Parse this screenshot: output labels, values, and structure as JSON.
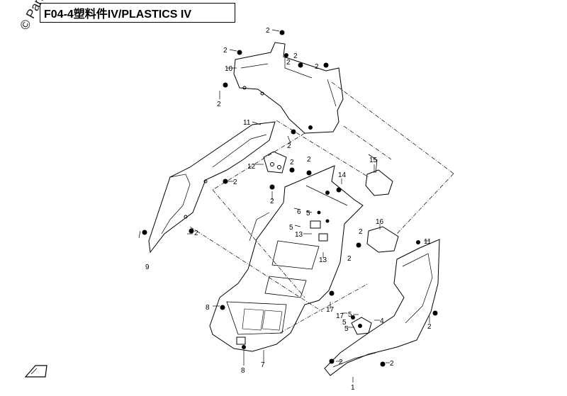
{
  "header": {
    "title": "F04-4塑料件IV/PLASTICS IV",
    "watermark": "© Partzilla"
  },
  "callouts": [
    {
      "id": "c2a",
      "label": "2"
    },
    {
      "id": "c2b",
      "label": "2"
    },
    {
      "id": "c2c",
      "label": "2"
    },
    {
      "id": "c2d",
      "label": "2"
    },
    {
      "id": "c2e",
      "label": "2"
    },
    {
      "id": "c10",
      "label": "10"
    },
    {
      "id": "c2f",
      "label": "2"
    },
    {
      "id": "c11a",
      "label": "11"
    },
    {
      "id": "c2g",
      "label": "2"
    },
    {
      "id": "c12",
      "label": "12"
    },
    {
      "id": "c2h",
      "label": "2"
    },
    {
      "id": "c2i",
      "label": "2"
    },
    {
      "id": "c14",
      "label": "14"
    },
    {
      "id": "c15",
      "label": "15"
    },
    {
      "id": "c2j",
      "label": "2"
    },
    {
      "id": "c2k",
      "label": "2"
    },
    {
      "id": "c6",
      "label": "6"
    },
    {
      "id": "c5a",
      "label": "5"
    },
    {
      "id": "c16",
      "label": "16"
    },
    {
      "id": "c5b",
      "label": "5"
    },
    {
      "id": "c13a",
      "label": "13"
    },
    {
      "id": "c2l",
      "label": "2"
    },
    {
      "id": "c11b",
      "label": "11"
    },
    {
      "id": "c2m",
      "label": "2"
    },
    {
      "id": "c9",
      "label": "9"
    },
    {
      "id": "c13b",
      "label": "13"
    },
    {
      "id": "c2n",
      "label": "2"
    },
    {
      "id": "c8a",
      "label": "8"
    },
    {
      "id": "c17a",
      "label": "17"
    },
    {
      "id": "c5c",
      "label": "5"
    },
    {
      "id": "c17b",
      "label": "17"
    },
    {
      "id": "c5d",
      "label": "5"
    },
    {
      "id": "c4",
      "label": "4"
    },
    {
      "id": "c5e",
      "label": "5"
    },
    {
      "id": "c2o",
      "label": "2"
    },
    {
      "id": "c2p",
      "label": "2"
    },
    {
      "id": "c2q",
      "label": "2"
    },
    {
      "id": "c8b",
      "label": "8"
    },
    {
      "id": "c7",
      "label": "7"
    },
    {
      "id": "c1",
      "label": "1"
    }
  ]
}
